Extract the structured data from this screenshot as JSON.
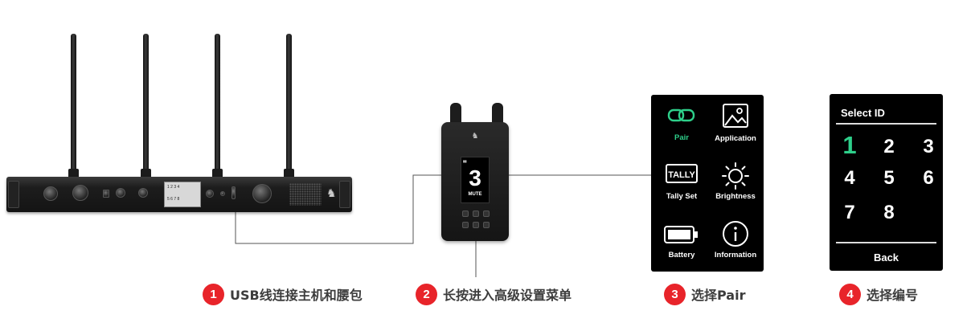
{
  "diagram": {
    "steps": [
      {
        "number": "1",
        "text": "USB线连接主机和腰包"
      },
      {
        "number": "2",
        "text": "长按进入高级设置菜单"
      },
      {
        "number": "3",
        "text": "选择Pair"
      },
      {
        "number": "4",
        "text": "选择编号"
      }
    ],
    "beltpack_screen": {
      "id": "3",
      "status": "MUTE"
    },
    "menu_screen": {
      "items": [
        {
          "label": "Pair",
          "icon": "link-icon",
          "color": "#2ecf8a"
        },
        {
          "label": "Application",
          "icon": "image-icon"
        },
        {
          "label": "Tally Set",
          "icon": "tally-icon",
          "badge": "TALLY"
        },
        {
          "label": "Brightness",
          "icon": "sun-icon"
        },
        {
          "label": "Battery",
          "icon": "battery-icon"
        },
        {
          "label": "Information",
          "icon": "info-icon"
        }
      ]
    },
    "select_id_screen": {
      "title": "Select ID",
      "numbers": [
        "1",
        "2",
        "3",
        "4",
        "5",
        "6",
        "7",
        "8"
      ],
      "selected": "1",
      "back_label": "Back",
      "accent_color": "#2ecf8a"
    },
    "step_badge_color": "#e8242a"
  }
}
